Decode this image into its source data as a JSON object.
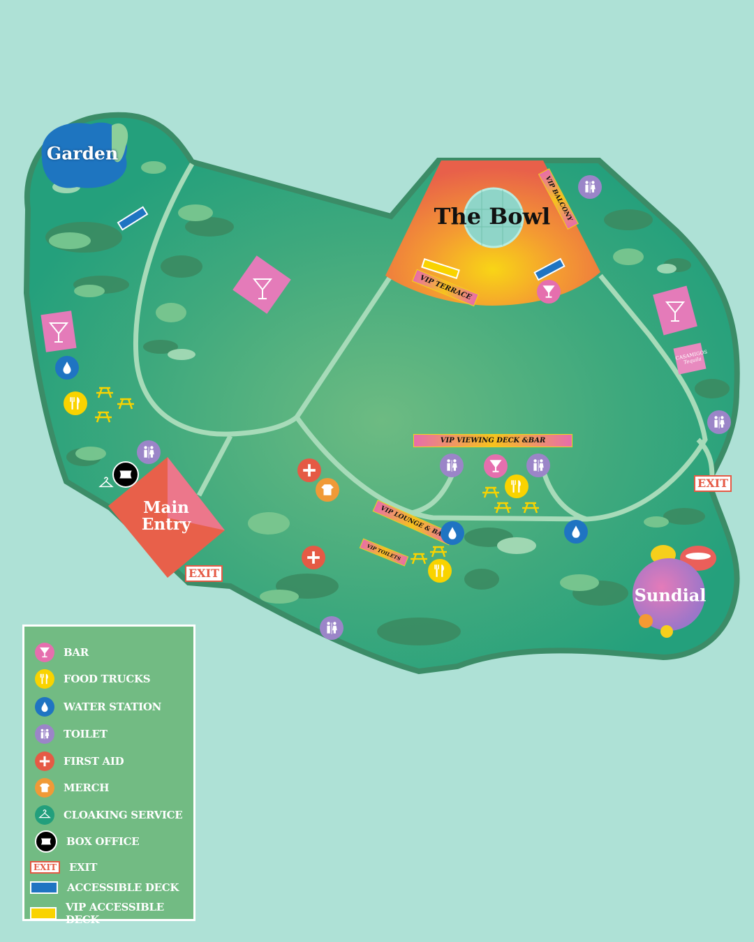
{
  "areas": {
    "garden": "Garden",
    "bowl": "The Bowl",
    "main_entry_line1": "Main",
    "main_entry_line2": "Entry",
    "sundial": "Sundial"
  },
  "signs": {
    "vip_terrace": "VIP TERRACE",
    "vip_balcony": "VIP BALCONY",
    "vip_viewing_deck": "VIP VIEWING DECK &BAR",
    "vip_lounge": "VIP LOUNGE & BAR",
    "vip_toilets": "VIP TOILETS",
    "sponsor": "CASAMIGOS",
    "sponsor_sub": "Tequila"
  },
  "exits": [
    "EXIT",
    "EXIT"
  ],
  "legend": {
    "items": [
      {
        "icon": "bar-icon",
        "label": "BAR",
        "color": "#e56fae"
      },
      {
        "icon": "food-icon",
        "label": "FOOD TRUCKS",
        "color": "#f9d300"
      },
      {
        "icon": "water-icon",
        "label": "WATER STATION",
        "color": "#1f74c2"
      },
      {
        "icon": "toilet-icon",
        "label": "TOILET",
        "color": "#9b85c8"
      },
      {
        "icon": "first-aid-icon",
        "label": "FIRST AID",
        "color": "#e55a45"
      },
      {
        "icon": "merch-icon",
        "label": "MERCH",
        "color": "#f09a37"
      },
      {
        "icon": "hanger-icon",
        "label": "CLOAKING SERVICE",
        "color": "#229f7c"
      },
      {
        "icon": "ticket-icon",
        "label": "BOX OFFICE",
        "color": "#000000"
      },
      {
        "icon": "exit-sign",
        "label": "EXIT",
        "badge": "EXIT",
        "color": "#e55a45"
      },
      {
        "icon": "accessible-deck-swatch",
        "label": "ACCESSIBLE DECK",
        "color": "#1f74c2"
      },
      {
        "icon": "vip-deck-swatch",
        "label": "VIP ACCESSIBLE DECK",
        "color": "#f9d300"
      }
    ]
  }
}
